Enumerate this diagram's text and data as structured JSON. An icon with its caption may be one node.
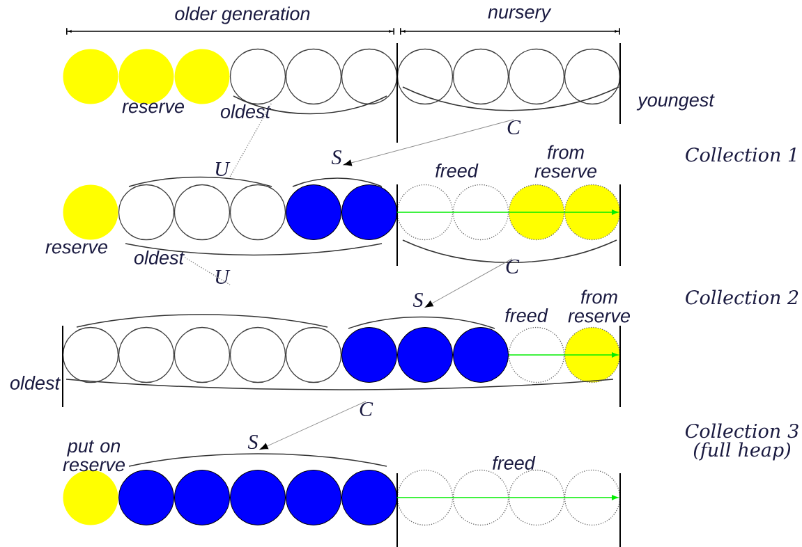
{
  "diagram": {
    "nodes": [
      {
        "text": [
          "oldest"
        ]
      },
      {
        "text": [
          "U"
        ]
      },
      {
        "text": [
          "C"
        ]
      },
      {
        "text": [
          "S"
        ]
      },
      {
        "text": [
          "oldest"
        ]
      },
      {
        "text": [
          "U"
        ]
      },
      {
        "text": [
          "C"
        ]
      },
      {
        "text": [
          "S"
        ]
      },
      {
        "text": [
          "C"
        ]
      },
      {
        "text": [
          "S"
        ]
      }
    ],
    "edges": [
      {
        "from": 0,
        "to": 1,
        "arrow": "none",
        "style": "dashed"
      },
      {
        "from": 2,
        "to": 3,
        "arrow": "to"
      },
      {
        "from": 4,
        "to": 5,
        "arrow": "none",
        "style": "dashed"
      },
      {
        "from": 6,
        "to": 7,
        "arrow": "to"
      },
      {
        "from": 8,
        "to": 9,
        "arrow": "to"
      }
    ],
    "labels": [
      "older generation",
      "nursery",
      "reserve",
      "youngest",
      "freed",
      "from reserve",
      "Collection 1",
      "reserve",
      "Collection 2",
      "freed",
      "from reserve",
      "oldest",
      "Collection 3 (full heap)",
      "put on reserve",
      "freed"
    ]
  }
}
